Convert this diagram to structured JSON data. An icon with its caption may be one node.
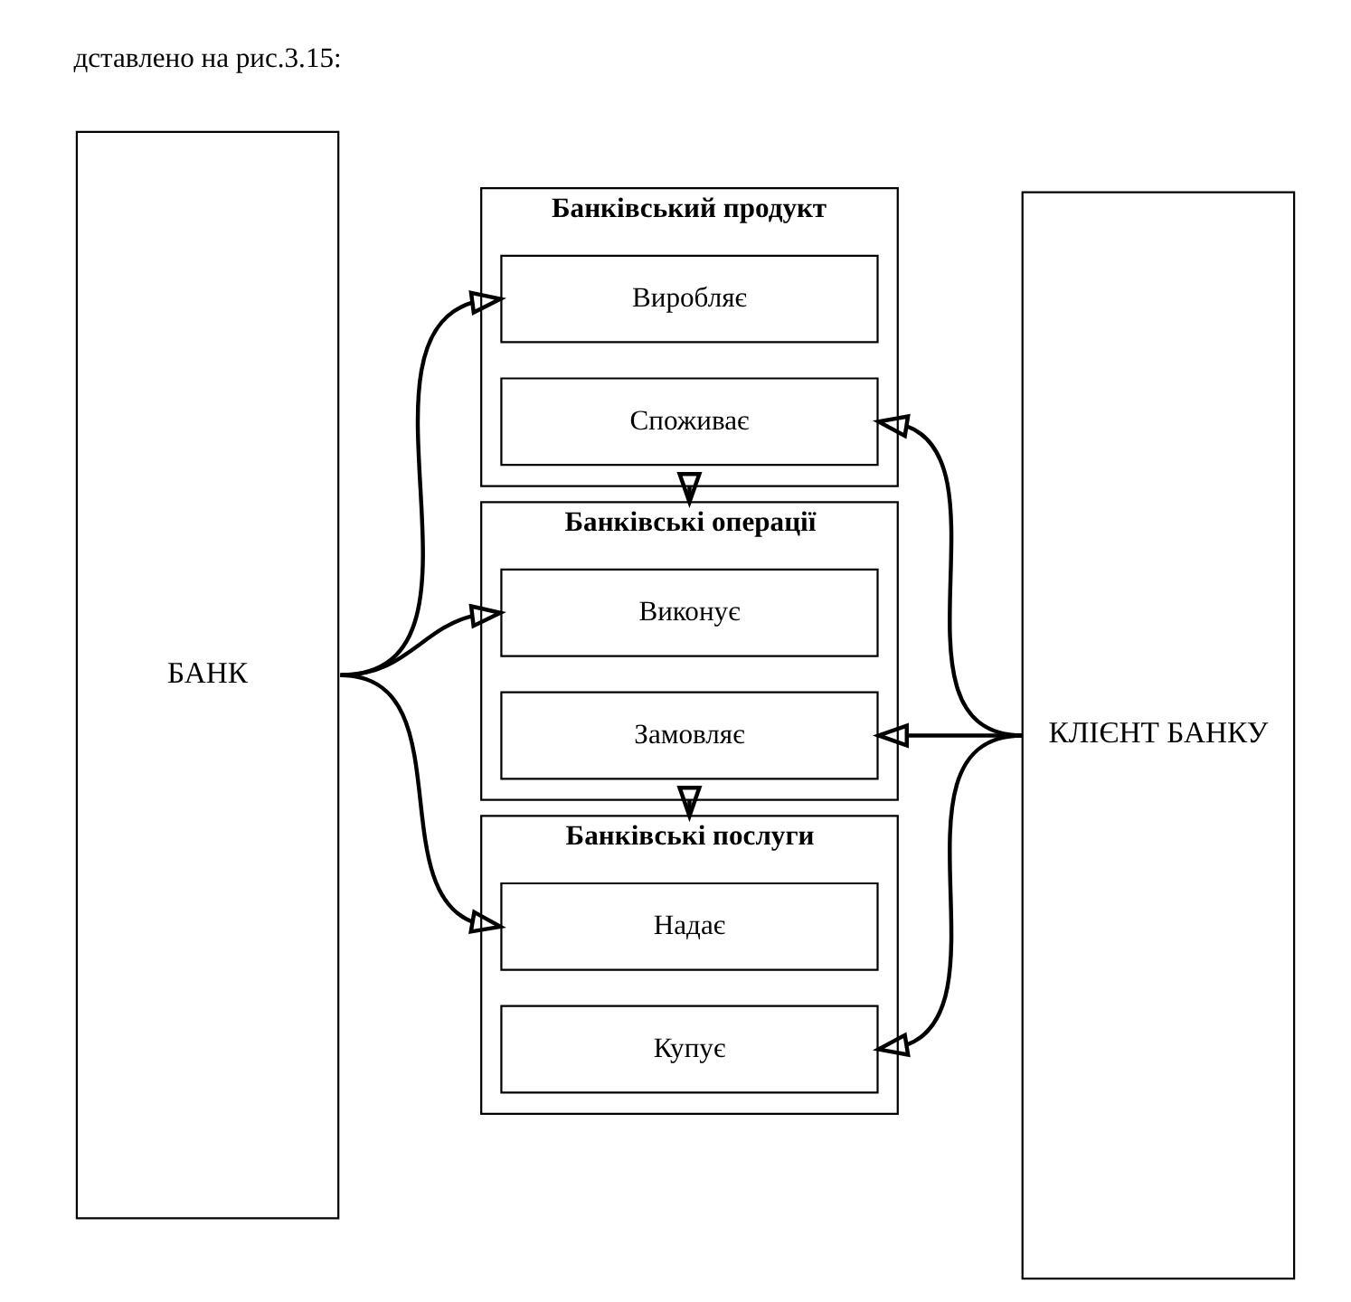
{
  "diagram": {
    "nodes": [
      {
        "text": [
          "БАНК"
        ]
      },
      {
        "text": [
          "Банківський продукт"
        ]
      },
      {
        "text": [
          "Виробляє"
        ],
        "in": 1
      },
      {
        "text": [
          "Споживає"
        ],
        "in": 1
      },
      {
        "text": [
          "Банківські операції"
        ]
      },
      {
        "text": [
          "Виконує"
        ],
        "in": 4
      },
      {
        "text": [
          "Замовляє"
        ],
        "in": 4
      },
      {
        "text": [
          "Банківські послуги"
        ]
      },
      {
        "text": [
          "Надає"
        ],
        "in": 7
      },
      {
        "text": [
          "Купує"
        ],
        "in": 7
      },
      {
        "text": [
          "КЛІЄНТ БАНКУ"
        ]
      }
    ],
    "edges": [
      {
        "from": 0,
        "to": 2,
        "arrow": "to"
      },
      {
        "from": 10,
        "to": 3,
        "arrow": "to"
      },
      {
        "from": 1,
        "to": 4,
        "arrow": "to"
      },
      {
        "from": 0,
        "to": 5,
        "arrow": "to"
      },
      {
        "from": 10,
        "to": 6,
        "arrow": "to"
      },
      {
        "from": 4,
        "to": 7,
        "arrow": "to"
      },
      {
        "from": 0,
        "to": 8,
        "arrow": "to"
      },
      {
        "from": 10,
        "to": 9,
        "arrow": "to"
      }
    ],
    "labels": [
      "дставлено на рис.3.15:"
    ]
  }
}
